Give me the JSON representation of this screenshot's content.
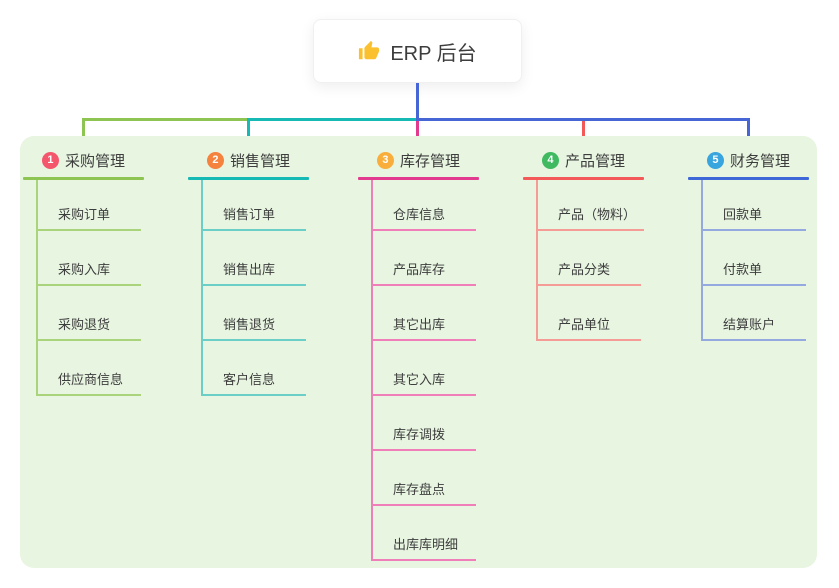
{
  "root": {
    "icon": "thumbs-up-icon",
    "title": "ERP 后台"
  },
  "colors": {
    "canvas_bg": "#FFFFFF",
    "panel_bg": "#E8F5E1",
    "root_line": "#4566D4"
  },
  "connectors": {
    "blue": "#4566D4",
    "green": "#8DC452",
    "teal": "#16B9B3",
    "magenta": "#E23A8E",
    "red": "#F4595A"
  },
  "branches": [
    {
      "index": "1",
      "title": "采购管理",
      "badge_color": "#F4566C",
      "line_color": "#8DC452",
      "child_line_color": "#AAD47C",
      "children": [
        "采购订单",
        "采购入库",
        "采购退货",
        "供应商信息"
      ]
    },
    {
      "index": "2",
      "title": "销售管理",
      "badge_color": "#F5823D",
      "line_color": "#16B9B3",
      "child_line_color": "#6BCFC8",
      "children": [
        "销售订单",
        "销售出库",
        "销售退货",
        "客户信息"
      ]
    },
    {
      "index": "3",
      "title": "库存管理",
      "badge_color": "#F9AE3C",
      "line_color": "#E23A8E",
      "child_line_color": "#F07EB8",
      "children": [
        "仓库信息",
        "产品库存",
        "其它出库",
        "其它入库",
        "库存调拨",
        "库存盘点",
        "出库库明细"
      ]
    },
    {
      "index": "4",
      "title": "产品管理",
      "badge_color": "#3FBA61",
      "line_color": "#F4595A",
      "child_line_color": "#F59C97",
      "children": [
        "产品（物料）",
        "产品分类",
        "产品单位"
      ]
    },
    {
      "index": "5",
      "title": "财务管理",
      "badge_color": "#38A5DE",
      "line_color": "#3E68D8",
      "child_line_color": "#94A9DF",
      "children": [
        "回款单",
        "付款单",
        "结算账户"
      ]
    }
  ]
}
